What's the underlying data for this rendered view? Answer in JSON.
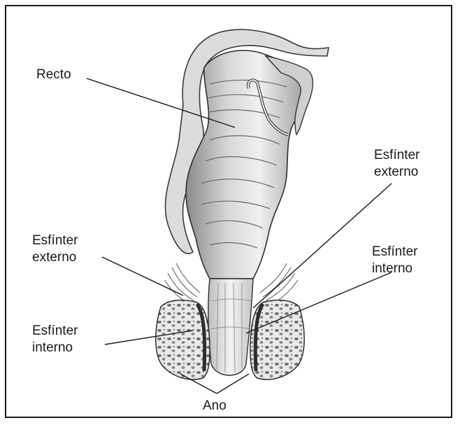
{
  "labels": {
    "recto": "Recto",
    "ext_right_1": "Esfínter",
    "ext_right_2": "externo",
    "ext_left_1": "Esfínter",
    "ext_left_2": "externo",
    "int_right_1": "Esfínter",
    "int_right_2": "interno",
    "int_left_1": "Esfínter",
    "int_left_2": "interno",
    "ano": "Ano"
  },
  "colors": {
    "ink": "#1a1a1a",
    "tissue_light": "#e6e6e6",
    "tissue_mid": "#bdbdbd",
    "tissue_dark": "#7a7a7a"
  }
}
